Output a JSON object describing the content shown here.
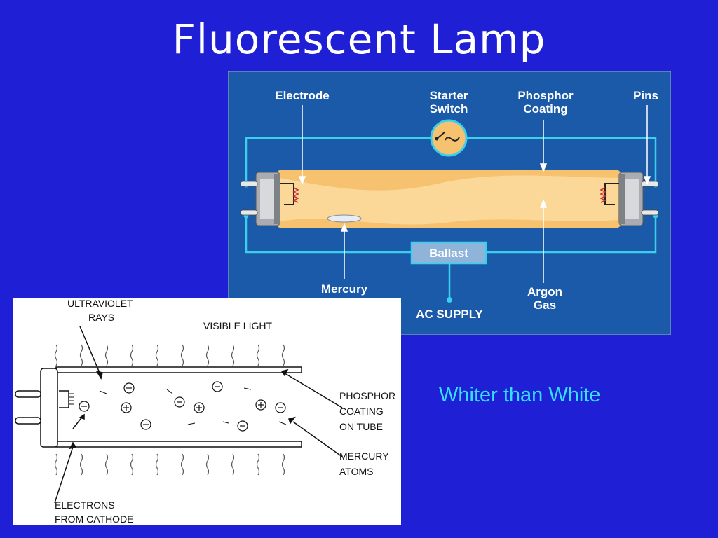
{
  "slide": {
    "title": "Fluorescent Lamp",
    "caption": "Whiter than White"
  },
  "top_diagram": {
    "labels": {
      "electrode": "Electrode",
      "starter_line1": "Starter",
      "starter_line2": "Switch",
      "phosphor_line1": "Phosphor",
      "phosphor_line2": "Coating",
      "pins": "Pins",
      "ballast": "Ballast",
      "mercury": "Mercury",
      "ac_supply": "AC SUPPLY",
      "argon_line1": "Argon",
      "argon_line2": "Gas"
    },
    "colors": {
      "background": "#1a5aa8",
      "wire": "#39d0ee",
      "tube": "#f6c26f",
      "ballast_fill": "#8fb3d9"
    }
  },
  "bottom_diagram": {
    "labels": {
      "uv_line1": "ULTRAVIOLET",
      "uv_line2": "RAYS",
      "visible_light": "VISIBLE LIGHT",
      "phosphor_line1": "PHOSPHOR",
      "phosphor_line2": "COATING",
      "phosphor_line3": "ON TUBE",
      "mercury_line1": "MERCURY",
      "mercury_line2": "ATOMS",
      "electrons_line1": "ELECTRONS",
      "electrons_line2": "FROM CATHODE"
    }
  }
}
